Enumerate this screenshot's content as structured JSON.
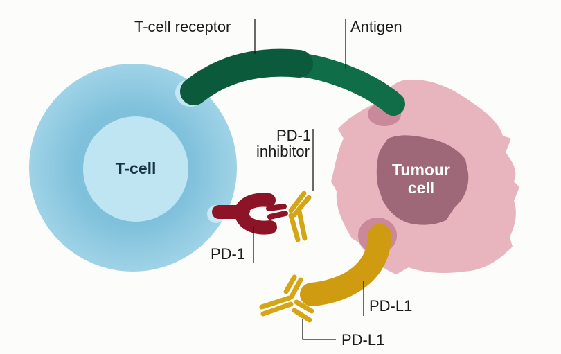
{
  "diagram": {
    "labels": {
      "t_cell_receptor": "T-cell receptor",
      "antigen": "Antigen",
      "pd1_inhibitor_line1": "PD-1",
      "pd1_inhibitor_line2": "inhibitor",
      "pd1": "PD-1",
      "pdl1_protein": "PD-L1",
      "pdl1_inhibitor": "PD-L1"
    },
    "cells": {
      "t_cell": "T-cell",
      "tumour_line1": "Tumour",
      "tumour_line2": "cell"
    },
    "colors": {
      "t_cell_outer": "#8ecae0",
      "t_cell_inner": "#bde4f2",
      "tumour_outer": "#e6b3bd",
      "tumour_nucleus": "#9e6779",
      "receptor_green": "#0b5a3c",
      "antigen_green": "#0f6e47",
      "pd1_red": "#8d1426",
      "antibody_gold": "#d4a514",
      "pdl1_gold": "#cf9b10"
    }
  }
}
